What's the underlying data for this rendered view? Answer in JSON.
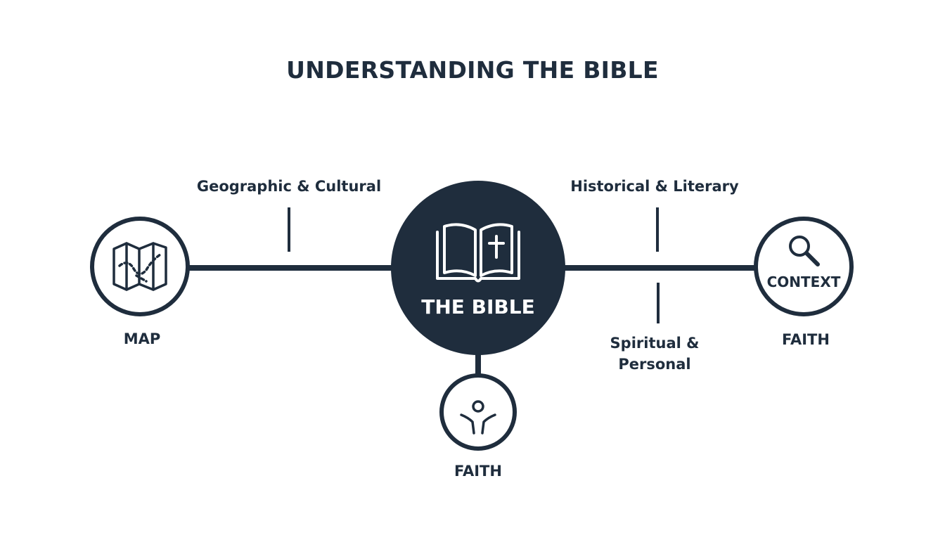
{
  "title": "UNDERSTANDING THE BIBLE",
  "hub": {
    "label": "THE BIBLE",
    "icon": "open-bible-cross-icon"
  },
  "annotations": {
    "top_left": "Geographic & Cultural",
    "top_right": "Historical & Literary",
    "bottom_right_line1": "Spiritual &",
    "bottom_right_line2": "Personal"
  },
  "nodes": {
    "map": {
      "label": "MAP",
      "icon": "map-icon"
    },
    "context": {
      "inner_label": "CONTEXT",
      "label": "FAITH",
      "icon": "magnifier-icon"
    },
    "faith": {
      "label": "FAITH",
      "icon": "person-arms-raised-icon"
    }
  },
  "colors": {
    "primary": "#1f2d3d",
    "background": "#ffffff"
  }
}
